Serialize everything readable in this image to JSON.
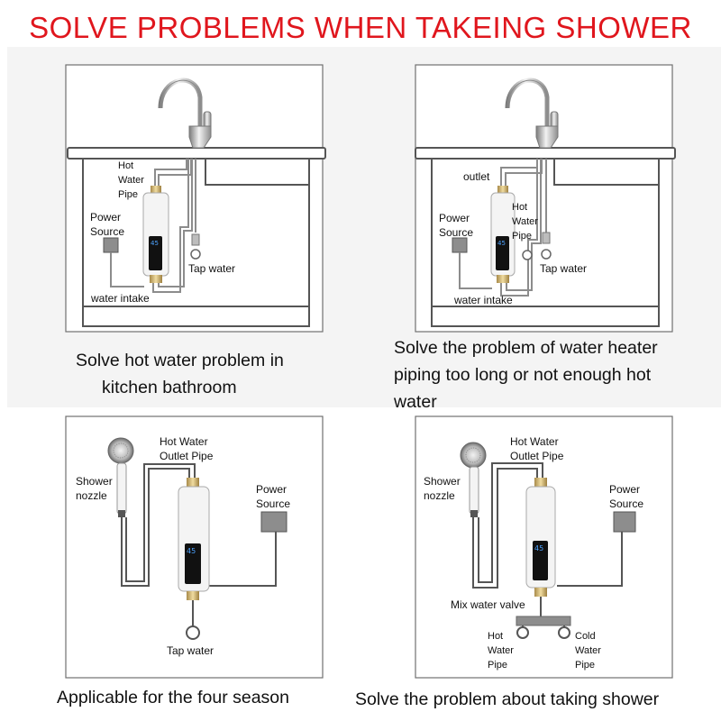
{
  "title": "SOLVE PROBLEMS WHEN TAKEING SHOWER",
  "colors": {
    "title": "#e0161d",
    "outline": "#595959",
    "pipe": "#8a8a8a",
    "panel_bg": "#f4f4f4",
    "screen": "#111111",
    "digits": "#4da3ff"
  },
  "panels": [
    {
      "labels": {
        "hot_water_pipe": [
          "Hot",
          "Water",
          "Pipe"
        ],
        "power_source": [
          "Power",
          "Source"
        ],
        "tap_water": "Tap water",
        "water_intake": "water intake"
      },
      "caption": [
        "Solve hot water problem in",
        "kitchen bathroom"
      ]
    },
    {
      "labels": {
        "outlet": "outlet",
        "hot_water_pipe": [
          "Hot",
          "Water",
          "Pipe"
        ],
        "power_source": [
          "Power",
          "Source"
        ],
        "tap_water": "Tap water",
        "water_intake": "water intake"
      },
      "caption": [
        "Solve the problem of water heater",
        "piping too long or not enough hot",
        "water"
      ]
    },
    {
      "labels": {
        "shower_nozzle": [
          "Shower",
          "nozzle"
        ],
        "hot_water_outlet_pipe": [
          "Hot Water",
          "Outlet Pipe"
        ],
        "power_source": [
          "Power",
          "Source"
        ],
        "tap_water": "Tap water"
      },
      "caption": [
        "Applicable for the four season"
      ]
    },
    {
      "labels": {
        "shower_nozzle": [
          "Shower",
          "nozzle"
        ],
        "hot_water_outlet_pipe": [
          "Hot Water",
          "Outlet Pipe"
        ],
        "power_source": [
          "Power",
          "Source"
        ],
        "mix_water_valve": "Mix water valve",
        "hot_water_pipe": [
          "Hot",
          "Water",
          "Pipe"
        ],
        "cold_water_pipe": [
          "Cold",
          "Water",
          "Pipe"
        ]
      },
      "caption": [
        "Solve the problem about taking shower"
      ]
    }
  ]
}
